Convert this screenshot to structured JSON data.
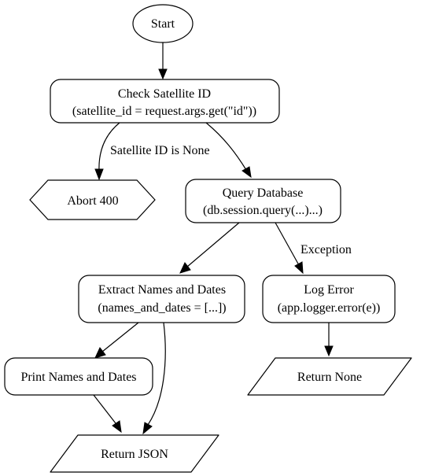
{
  "nodes": {
    "start": {
      "label": "Start"
    },
    "check_satellite": {
      "line1": "Check Satellite ID",
      "line2": "(satellite_id = request.args.get(\"id\"))"
    },
    "abort": {
      "label": "Abort 400"
    },
    "query_db": {
      "line1": "Query Database",
      "line2": "(db.session.query(...)...)"
    },
    "extract": {
      "line1": "Extract Names and Dates",
      "line2": "(names_and_dates = [...])"
    },
    "log_error": {
      "line1": "Log Error",
      "line2": "(app.logger.error(e))"
    },
    "print": {
      "label": "Print Names and Dates"
    },
    "return_none": {
      "label": "Return None"
    },
    "return_json": {
      "label": "Return JSON"
    }
  },
  "edges": {
    "satellite_none": "Satellite ID is None",
    "exception": "Exception"
  }
}
